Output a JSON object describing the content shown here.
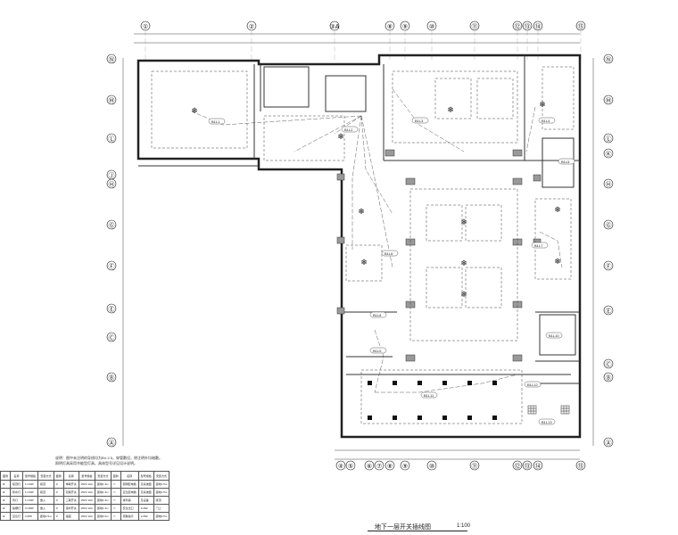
{
  "drawing": {
    "title": "地下一层开关插线图",
    "scale": "1:100",
    "grid_columns_top": [
      "①",
      "②",
      "③A",
      "⑧",
      "⑨",
      "⑩",
      "⑪",
      "⑫",
      "⑬",
      "⑭",
      "⑮"
    ],
    "grid_columns_bottom": [
      "④",
      "⑤",
      "⑥",
      "⑦",
      "⑧",
      "⑨",
      "⑩",
      "⑪",
      "⑫",
      "⑬",
      "⑭",
      "⑮"
    ],
    "grid_rows_left": [
      "Ⓝ",
      "Ⓜ",
      "Ⓛ",
      "Ⓙ",
      "Ⓗ",
      "Ⓖ",
      "Ⓕ",
      "Ⓔ",
      "Ⓒ",
      "Ⓑ",
      "Ⓐ"
    ],
    "grid_rows_right": [
      "Ⓝ",
      "Ⓜ",
      "Ⓛ",
      "Ⓚ",
      "Ⓗ",
      "Ⓖ",
      "Ⓕ",
      "Ⓔ",
      "Ⓒ",
      "Ⓑ",
      "Ⓐ"
    ],
    "fixture_symbol": "❄",
    "tags": [
      "B1L1",
      "B1L2",
      "B1L3",
      "B1L4",
      "B1L5",
      "B1L6",
      "B1L7",
      "B1L8",
      "B1L9",
      "B1L10",
      "B1L11",
      "B1L12",
      "B1L13"
    ]
  },
  "notes": {
    "line1": "说明：图中未注明的导线均为BV-2.5，穿管敷设，除注明外均暗敷。",
    "line2": "照明灯具采用节能型灯具，具体型号详见设计说明。"
  },
  "legend": {
    "headers": [
      "图例",
      "名称",
      "型号规格",
      "安装方式",
      "图例",
      "名称",
      "型号规格",
      "安装方式",
      "图例",
      "名称",
      "型号规格",
      "安装方式"
    ],
    "rows": [
      [
        "⊗",
        "吸顶灯",
        "1×13W",
        "吸顶",
        "⊻",
        "单联开关",
        "250V 10A",
        "距地1.3m",
        "▭",
        "照明配电箱",
        "见系统图",
        "距地1.5m"
      ],
      [
        "⊗",
        "防水灯",
        "1×13W",
        "吸顶",
        "⊻",
        "双联开关",
        "250V 10A",
        "距地1.3m",
        "▭",
        "应急配电箱",
        "见系统图",
        "距地1.5m"
      ],
      [
        "⊗",
        "筒灯",
        "1×13W",
        "嵌入",
        "⊻",
        "三联开关",
        "250V 10A",
        "距地1.3m",
        "▭",
        "排风扇",
        "见设备",
        "吸顶"
      ],
      [
        "⊗",
        "格栅灯",
        "3×18W",
        "嵌入",
        "⊻",
        "延时开关",
        "250V 10A",
        "距地1.3m",
        "▭",
        "安全出口",
        "1×8W",
        "门上"
      ],
      [
        "⊗",
        "应急灯",
        "2×8W",
        "距地2.5m",
        "⊻",
        "插座",
        "250V 10A",
        "距地0.3m",
        "▭",
        "疏散指示",
        "1×8W",
        "距地0.5m"
      ]
    ]
  }
}
